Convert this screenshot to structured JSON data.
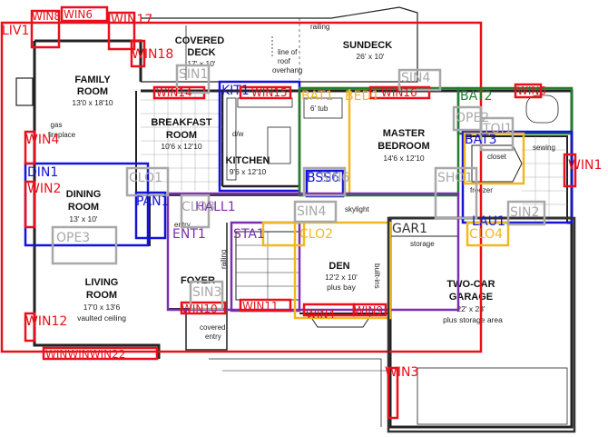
{
  "rooms": [
    {
      "id": "family",
      "name": "FAMILY",
      "name2": "ROOM",
      "dim": "13'0 x 18'10",
      "note": "gas",
      "note2": "fireplace"
    },
    {
      "id": "covered_deck",
      "name": "COVERED",
      "name2": "DECK",
      "dim": "17' x 10'"
    },
    {
      "id": "sundeck",
      "name": "SUNDECK",
      "dim": "26' x 10'"
    },
    {
      "id": "breakfast",
      "name": "BREAKFAST",
      "name2": "ROOM",
      "dim": "10'6 x 12'10"
    },
    {
      "id": "kitchen",
      "name": "KITCHEN",
      "dim": "9'6 x 12'10"
    },
    {
      "id": "master",
      "name": "MASTER",
      "name2": "BEDROOM",
      "dim": "14'6 x 12'10"
    },
    {
      "id": "dining",
      "name": "DINING",
      "name2": "ROOM",
      "dim": "13' x 10'"
    },
    {
      "id": "living",
      "name": "LIVING",
      "name2": "ROOM",
      "dim": "17'0 x 13'6",
      "note": "vaulted ceiling"
    },
    {
      "id": "foyer",
      "name": "FOYER"
    },
    {
      "id": "den",
      "name": "DEN",
      "dim": "12'2 x 10'",
      "note": "plus bay"
    },
    {
      "id": "garage",
      "name": "TWO-CAR",
      "name2": "GARAGE",
      "dim": "22' x 23'",
      "note": "plus storage area"
    }
  ],
  "plan_text": {
    "railing": "railing",
    "roof_line": "line of",
    "roof_line2": "roof",
    "roof_line3": "overhang",
    "tub": "6' tub",
    "closet": "closet",
    "sewing": "sewing",
    "freezer": "freezer",
    "skylight": "skylight",
    "storage": "storage",
    "covered_entry": "covered",
    "covered_entry2": "entry",
    "entry_closet": "entry",
    "foyer_railing": "railing",
    "den_bookcase": "built-ins",
    "dw": "d/w"
  },
  "annotations": [
    {
      "label": "LIV1",
      "color": "#e8101a"
    },
    {
      "label": "WIN8",
      "color": "#e8101a"
    },
    {
      "label": "WIN6",
      "color": "#e8101a"
    },
    {
      "label": "WIN17",
      "color": "#e8101a"
    },
    {
      "label": "WIN18",
      "color": "#e8101a"
    },
    {
      "label": "SIN1",
      "color": "#a8a8a8"
    },
    {
      "label": "WIN14",
      "color": "#e8101a"
    },
    {
      "label": "KIT1",
      "color": "#1414d8"
    },
    {
      "label": "WIN15",
      "color": "#e8101a"
    },
    {
      "label": "BAT1",
      "color": "#f0b820"
    },
    {
      "label": "BED1",
      "color": "#f0b820"
    },
    {
      "label": "WIN16",
      "color": "#e8101a"
    },
    {
      "label": "SIN4",
      "color": "#a8a8a8"
    },
    {
      "label": "BAT2",
      "color": "#1f7f2f"
    },
    {
      "label": "WIN6",
      "color": "#e8101a"
    },
    {
      "label": "OPE2",
      "color": "#a8a8a8"
    },
    {
      "label": "TOI1",
      "color": "#a8a8a8"
    },
    {
      "label": "BAT3",
      "color": "#1414d8"
    },
    {
      "label": "LAU1",
      "color": "#1414d8"
    },
    {
      "label": "WIN4",
      "color": "#e8101a"
    },
    {
      "label": "DIN1",
      "color": "#1414d8"
    },
    {
      "label": "WIN2",
      "color": "#e8101a"
    },
    {
      "label": "WIN1",
      "color": "#e8101a"
    },
    {
      "label": "CLO1",
      "color": "#a8a8a8"
    },
    {
      "label": "PAN1",
      "color": "#1414d8"
    },
    {
      "label": "BSS6",
      "color": "#1414d8"
    },
    {
      "label": "SIN6",
      "color": "#a8a8a8"
    },
    {
      "label": "SHO1",
      "color": "#a8a8a8"
    },
    {
      "label": "HALL1",
      "color": "#7b2fb0"
    },
    {
      "label": "CLO3",
      "color": "#a8a8a8"
    },
    {
      "label": "SIN4",
      "color": "#a8a8a8"
    },
    {
      "label": "SIN2",
      "color": "#a8a8a8"
    },
    {
      "label": "OPE3",
      "color": "#a8a8a8"
    },
    {
      "label": "ENT1",
      "color": "#7b2fb0"
    },
    {
      "label": "STA1",
      "color": "#7b2fb0"
    },
    {
      "label": "CLO2",
      "color": "#f0b820"
    },
    {
      "label": "GAR1",
      "color": "#333333"
    },
    {
      "label": "CLO4",
      "color": "#f0b820"
    },
    {
      "label": "WIN12",
      "color": "#e8101a"
    },
    {
      "label": "SIN3",
      "color": "#a8a8a8"
    },
    {
      "label": "WIN10",
      "color": "#e8101a"
    },
    {
      "label": "WIN11",
      "color": "#e8101a"
    },
    {
      "label": "WIN4",
      "color": "#e8101a"
    },
    {
      "label": "WIN9",
      "color": "#e8101a"
    },
    {
      "label": "WIN3",
      "color": "#e8101a"
    },
    {
      "label": "WINWINWIN22",
      "color": "#e8101a"
    }
  ]
}
